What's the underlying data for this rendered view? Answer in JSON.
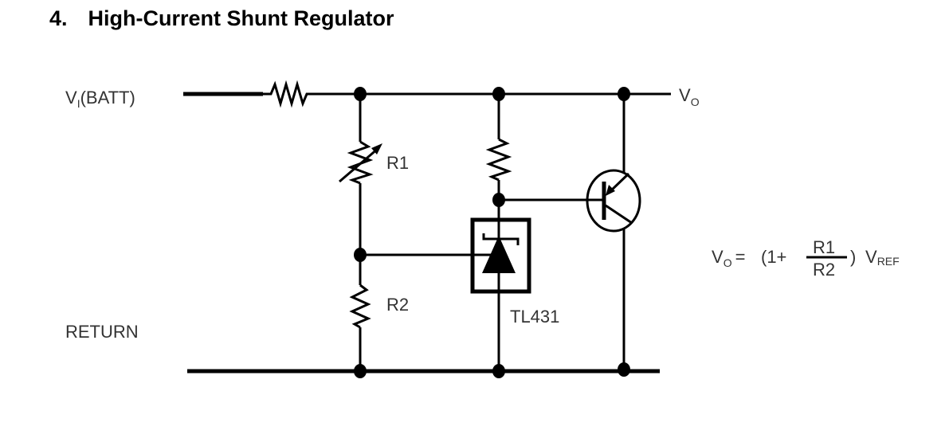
{
  "title": {
    "number": "4.",
    "text": "High-Current Shunt Regulator"
  },
  "labels": {
    "vin_main": "V",
    "vin_sub": "I",
    "vin_suffix": "(BATT)",
    "vout_main": "V",
    "vout_sub": "O",
    "return": "RETURN",
    "r1": "R1",
    "r2": "R2",
    "ic": "TL431"
  },
  "formula": {
    "lhs_main": "V",
    "lhs_sub": "O",
    "equals": "=",
    "open": "(1+",
    "numerator": "R1",
    "denominator": "R2",
    "close": ")",
    "ref_main": "V",
    "ref_sub": "REF"
  },
  "components": [
    {
      "id": "series-resistor",
      "type": "resistor"
    },
    {
      "id": "R1",
      "type": "variable-resistor"
    },
    {
      "id": "R2",
      "type": "resistor"
    },
    {
      "id": "bias-resistor",
      "type": "resistor"
    },
    {
      "id": "TL431",
      "type": "shunt-regulator"
    },
    {
      "id": "Q1",
      "type": "pnp-transistor"
    }
  ]
}
